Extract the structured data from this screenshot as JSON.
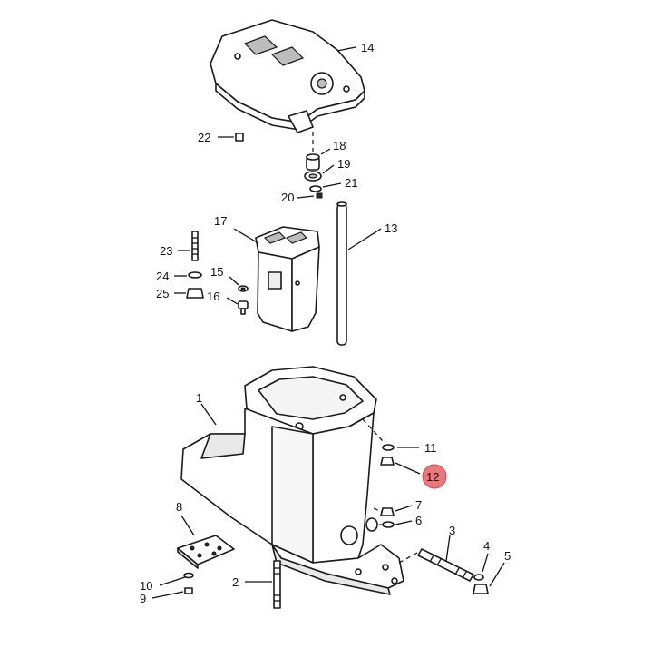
{
  "callouts": {
    "c1": "1",
    "c2": "2",
    "c3": "3",
    "c4": "4",
    "c5": "5",
    "c6": "6",
    "c7": "7",
    "c8": "8",
    "c9": "9",
    "c10": "10",
    "c11": "11",
    "c12": "12",
    "c13": "13",
    "c14": "14",
    "c15": "15",
    "c16": "16",
    "c17": "17",
    "c18": "18",
    "c19": "19",
    "c20": "20",
    "c21": "21",
    "c22": "22",
    "c23": "23",
    "c24": "24",
    "c25": "25"
  },
  "highlight": {
    "part": "12",
    "color": "#e8787b",
    "stroke": "#c44a4f"
  }
}
